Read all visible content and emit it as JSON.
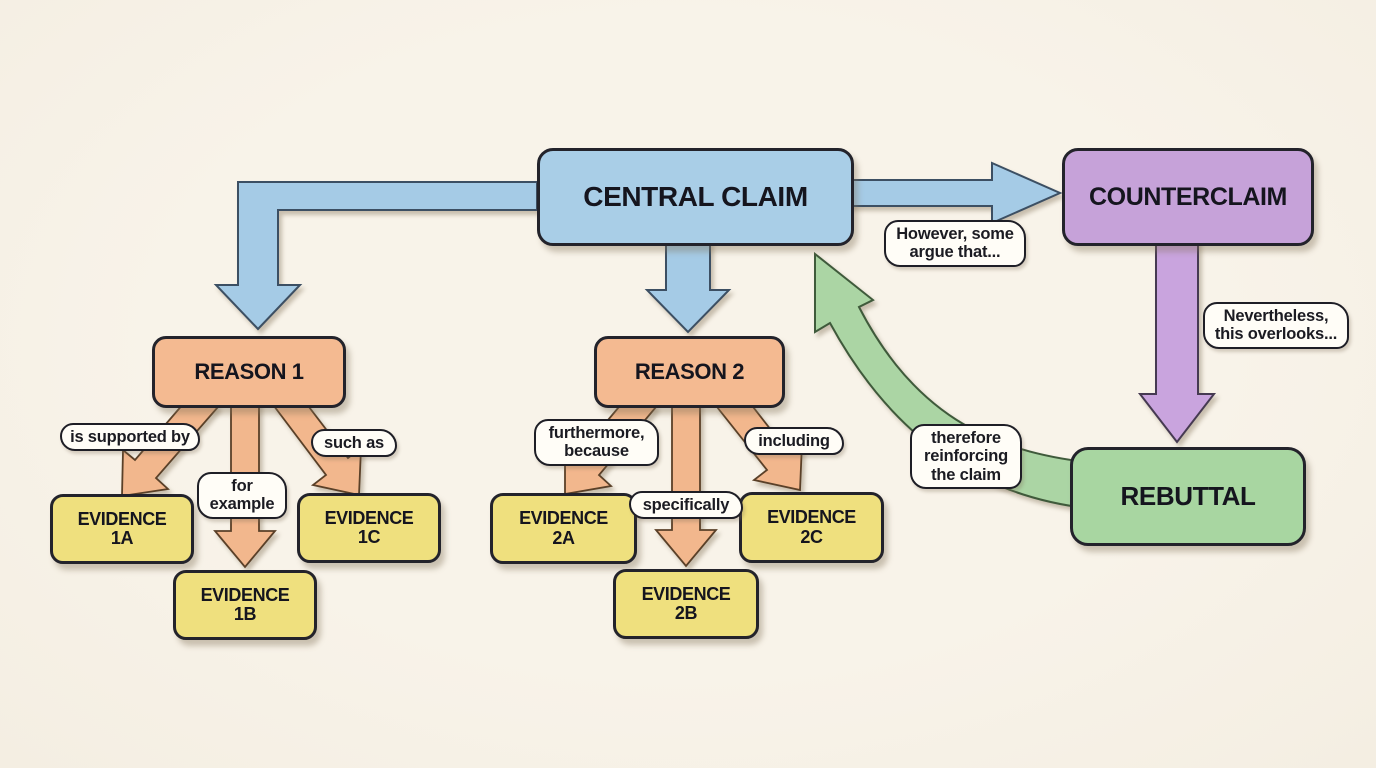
{
  "diagram": {
    "nodes": {
      "central_claim": {
        "label": "CENTRAL CLAIM"
      },
      "counterclaim": {
        "label": "COUNTERCLAIM"
      },
      "reason1": {
        "label": "REASON 1"
      },
      "reason2": {
        "label": "REASON 2"
      },
      "evidence_1a": {
        "line1": "EVIDENCE",
        "line2": "1A"
      },
      "evidence_1b": {
        "line1": "EVIDENCE",
        "line2": "1B"
      },
      "evidence_1c": {
        "line1": "EVIDENCE",
        "line2": "1C"
      },
      "evidence_2a": {
        "line1": "EVIDENCE",
        "line2": "2A"
      },
      "evidence_2b": {
        "line1": "EVIDENCE",
        "line2": "2B"
      },
      "evidence_2c": {
        "line1": "EVIDENCE",
        "line2": "2C"
      },
      "rebuttal": {
        "label": "REBUTTAL"
      }
    },
    "connector_labels": {
      "is_supported_by": "is supported by",
      "for_example": "for example",
      "such_as": "such as",
      "furthermore_because": "furthermore, because",
      "specifically": "specifically",
      "including": "including",
      "however": "However, some argue that...",
      "nevertheless": "Nevertheless, this overlooks...",
      "therefore": "therefore reinforcing the claim"
    },
    "colors": {
      "background": "#f6f1e7",
      "claim_blue": "#a9cee7",
      "counterclaim_purple": "#c6a2d9",
      "reason_orange": "#f4ba91",
      "evidence_yellow": "#efe07e",
      "rebuttal_green": "#a8d6a1",
      "arrow_blue": "#a5cbe6",
      "arrow_purple": "#c9a4de",
      "arrow_orange": "#f2b78d",
      "arrow_green": "#abd5a4",
      "bubble_white": "#fffdf7",
      "outline_dark": "#23232b"
    }
  }
}
